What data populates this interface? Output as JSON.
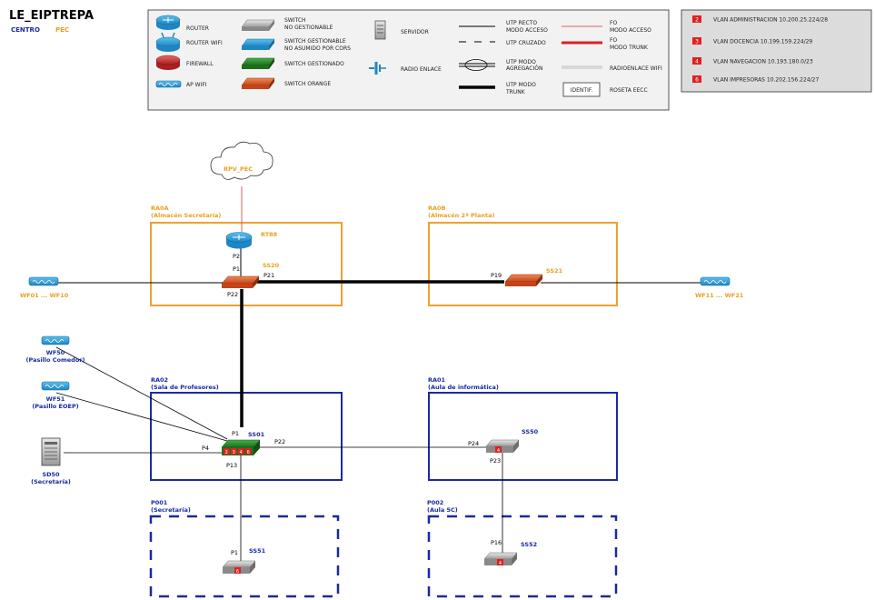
{
  "header": {
    "title": "LE_EIPTREPA",
    "centro_label": "CENTRO",
    "centro_value": "PEC"
  },
  "legend": {
    "router": "ROUTER",
    "router_wifi": "ROUTER WIFI",
    "firewall": "FIREWALL",
    "ap_wifi": "AP WIFI",
    "switch_no_gest": [
      "SWITCH",
      "NO GESTIONABLE"
    ],
    "switch_gest_no_cors": [
      "SWITCH GESTIONABLE",
      "NO ASUMIDO POR CORS"
    ],
    "switch_gest": "SWITCH GESTIONADO",
    "switch_orange": "SWITCH ORANGE",
    "servidor": "SERVIDOR",
    "radio_enlace": "RADIO ENLACE",
    "utp_recto": [
      "UTP RECTO",
      "MODO ACCESO"
    ],
    "utp_cruzado": "UTP CRUZADO",
    "utp_agregacion": [
      "UTP MODO",
      "AGREGACIÓN"
    ],
    "utp_trunk": [
      "UTP MODO",
      "TRUNK"
    ],
    "fo_acceso": [
      "FO",
      "MODO ACCESO"
    ],
    "fo_trunk": [
      "FO",
      "MODO TRUNK"
    ],
    "radioenlace_wifi": "RADIOENLACE WIFI",
    "identif": "IDENTIF.",
    "roseta": "ROSETA EECC"
  },
  "vlans": [
    {
      "id": "2",
      "text": "VLAN ADMINISTRACION 10.200.25.224/28"
    },
    {
      "id": "3",
      "text": "VLAN DOCENCIA 10.199.159.224/29"
    },
    {
      "id": "4",
      "text": "VLAN NAVEGACION 10.193.180.0/23"
    },
    {
      "id": "6",
      "text": "VLAN IMPRESORAS 10.202.156.224/27"
    }
  ],
  "rooms": {
    "ra0a": [
      "RA0A",
      "(Almacén Secretaría)"
    ],
    "ra0b": [
      "RA0B",
      "(Almacén 2ª Planta)"
    ],
    "ra02": [
      "RA02",
      "(Sala de Profesores)"
    ],
    "ra01": [
      "RA01",
      "(Aula de informática)"
    ],
    "p001": [
      "P001",
      "(Secretaría)"
    ],
    "p002": [
      "P002",
      "(Aula 5C)"
    ]
  },
  "devices": {
    "cloud": "RPV_PEC",
    "router": "RT88",
    "ss20": "SS20",
    "ss21": "SS21",
    "ss01": "SS01",
    "ss50": "SS50",
    "ss51": "SS51",
    "ss52": "SS52",
    "wf_left": "WF01 ... WF10",
    "wf_right": "WF11 ... WF21",
    "wf50": [
      "WF50",
      "(Pasillo Comedor)"
    ],
    "wf51": [
      "WF51",
      "(Pasillo EOEP)"
    ],
    "sd50": [
      "SD50",
      "(Secretaría)"
    ]
  },
  "ports": {
    "rt_p2": "P2",
    "ss20_p1": "P1",
    "ss20_p21": "P21",
    "ss20_p22": "P22",
    "ss21_p19": "P19",
    "ss01_p1": "P1",
    "ss01_p4": "P4",
    "ss01_p22": "P22",
    "ss01_p13": "P13",
    "ss50_p24": "P24",
    "ss50_p23": "P23",
    "ss51_p1": "P1",
    "ss52_p16": "P16"
  },
  "ss01_vlans": [
    "2",
    "3",
    "4",
    "6"
  ],
  "ss50_vlan": "4",
  "ss51_vlan": "6",
  "ss52_vlan": "4",
  "colors": {
    "orange_room": "#f0a030",
    "blue_room": "#1a2aa0",
    "vlan_red": "#e02020",
    "label_orange": "#e8a020",
    "label_blue": "#1a2aa0",
    "cisco_blue": "#2b9ad6",
    "switch_orange": "#d95a2a",
    "switch_green": "#2a8a2a"
  }
}
